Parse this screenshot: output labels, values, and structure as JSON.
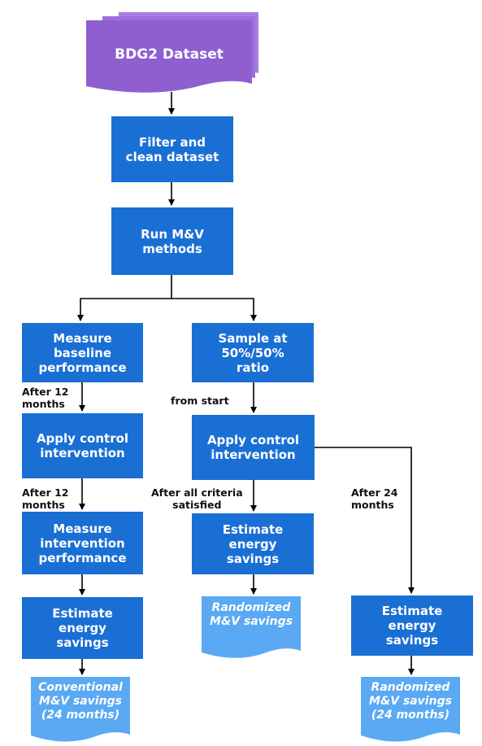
{
  "colors": {
    "process_box": "#1a6fd4",
    "dataset_fill": "#8f5fd0",
    "dataset_back": "#a77ee0",
    "output_doc": "#5aa9f2",
    "arrow": "#000000"
  },
  "nodes": {
    "dataset": {
      "label": "BDG2 Dataset"
    },
    "filter": {
      "lines": [
        "Filter and",
        "clean dataset"
      ]
    },
    "run_mv": {
      "lines": [
        "Run M&V",
        "methods"
      ]
    },
    "measure_baseline": {
      "lines": [
        "Measure",
        "baseline",
        "performance"
      ]
    },
    "sample": {
      "lines": [
        "Sample at",
        "50%/50%",
        "ratio"
      ]
    },
    "apply_left": {
      "lines": [
        "Apply control",
        "intervention"
      ]
    },
    "apply_right": {
      "lines": [
        "Apply control",
        "intervention"
      ]
    },
    "measure_intervention": {
      "lines": [
        "Measure",
        "intervention",
        "performance"
      ]
    },
    "estimate_left": {
      "lines": [
        "Estimate",
        "energy",
        "savings"
      ]
    },
    "estimate_mid": {
      "lines": [
        "Estimate",
        "energy",
        "savings"
      ]
    },
    "estimate_right": {
      "lines": [
        "Estimate",
        "energy",
        "savings"
      ]
    }
  },
  "outputs": {
    "conventional": {
      "lines": [
        "Conventional",
        "M&V savings",
        "(24 months)"
      ]
    },
    "randomized_mid": {
      "lines": [
        "Randomized",
        "M&V savings"
      ]
    },
    "randomized_right": {
      "lines": [
        "Randomized",
        "M&V savings",
        "(24 months)"
      ]
    }
  },
  "edge_labels": {
    "after12_a": [
      "After 12",
      "months"
    ],
    "after12_b": [
      "After 12",
      "months"
    ],
    "from_start": [
      "from start"
    ],
    "after_all": [
      "After all criteria",
      "satisfied"
    ],
    "after24": [
      "After 24",
      "months"
    ]
  }
}
